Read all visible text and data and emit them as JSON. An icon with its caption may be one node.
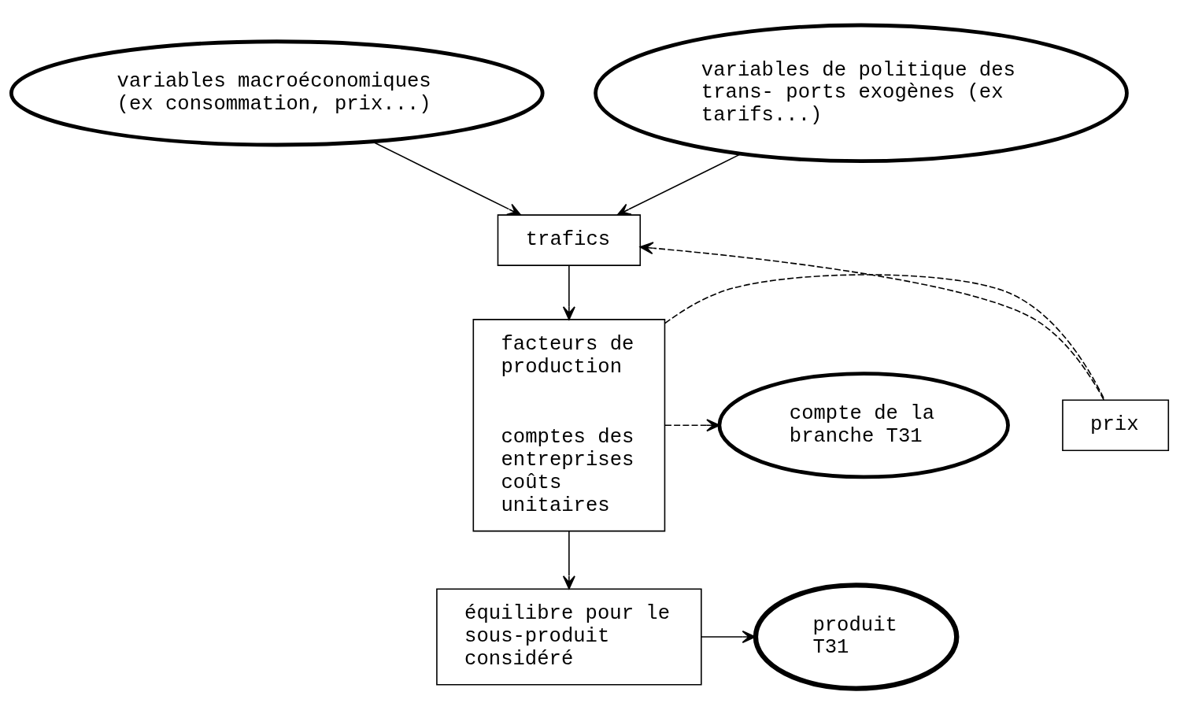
{
  "diagram": {
    "nodes": [
      {
        "text": [
          "variables macroéconomiques (ex consommation, prix...)"
        ]
      },
      {
        "text": [
          "variables de politique des trans- ports exogènes (ex tarifs...)"
        ]
      },
      {
        "text": [
          "trafics"
        ]
      },
      {
        "text": [
          "facteurs de production",
          "comptes des entreprises coûts unitaires"
        ]
      },
      {
        "text": [
          "prix"
        ]
      },
      {
        "text": [
          "compte de la branche T31"
        ]
      },
      {
        "text": [
          "équilibre pour le sous-produit considéré"
        ]
      },
      {
        "text": [
          "produit T31"
        ]
      }
    ],
    "edges": [
      {
        "from": 0,
        "to": 2,
        "arrow": "to"
      },
      {
        "from": 1,
        "to": 2,
        "arrow": "to"
      },
      {
        "from": 2,
        "to": 3,
        "arrow": "to"
      },
      {
        "from": 3,
        "to": 5,
        "arrow": "to",
        "style": "dashed"
      },
      {
        "from": 3,
        "to": 4,
        "arrow": "none",
        "style": "dashed"
      },
      {
        "from": 4,
        "to": 2,
        "arrow": "to",
        "style": "dashed"
      },
      {
        "from": 3,
        "to": 6,
        "arrow": "to"
      },
      {
        "from": 6,
        "to": 7,
        "arrow": "to"
      }
    ]
  }
}
